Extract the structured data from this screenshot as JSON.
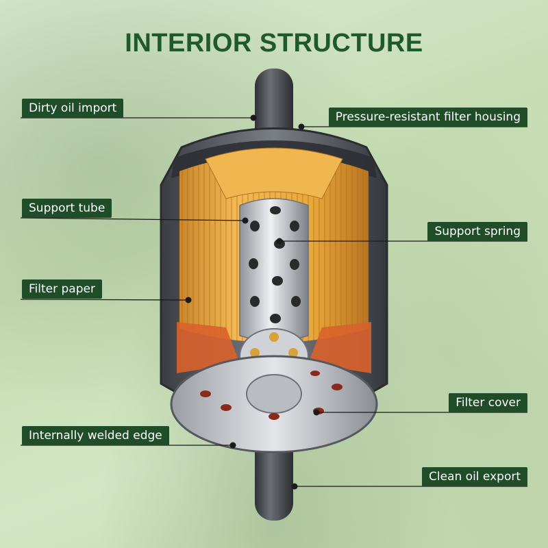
{
  "title": "INTERIOR STRUCTURE",
  "labels": {
    "dirty_oil_import": "Dirty oil import",
    "pressure_resistant_filter_housing": "Pressure-resistant filter housing",
    "support_tube": "Support tube",
    "support_spring": "Support spring",
    "filter_paper": "Filter paper",
    "filter_cover": "Filter cover",
    "internally_welded_edge": "Internally welded edge",
    "clean_oil_export": "Clean oil export"
  },
  "colors": {
    "title": "#1f5a2a",
    "label_bg": "#1e4d27",
    "filter_paper": "#e9a83a",
    "housing": "#4a4d52",
    "gasket": "#d9622b"
  }
}
